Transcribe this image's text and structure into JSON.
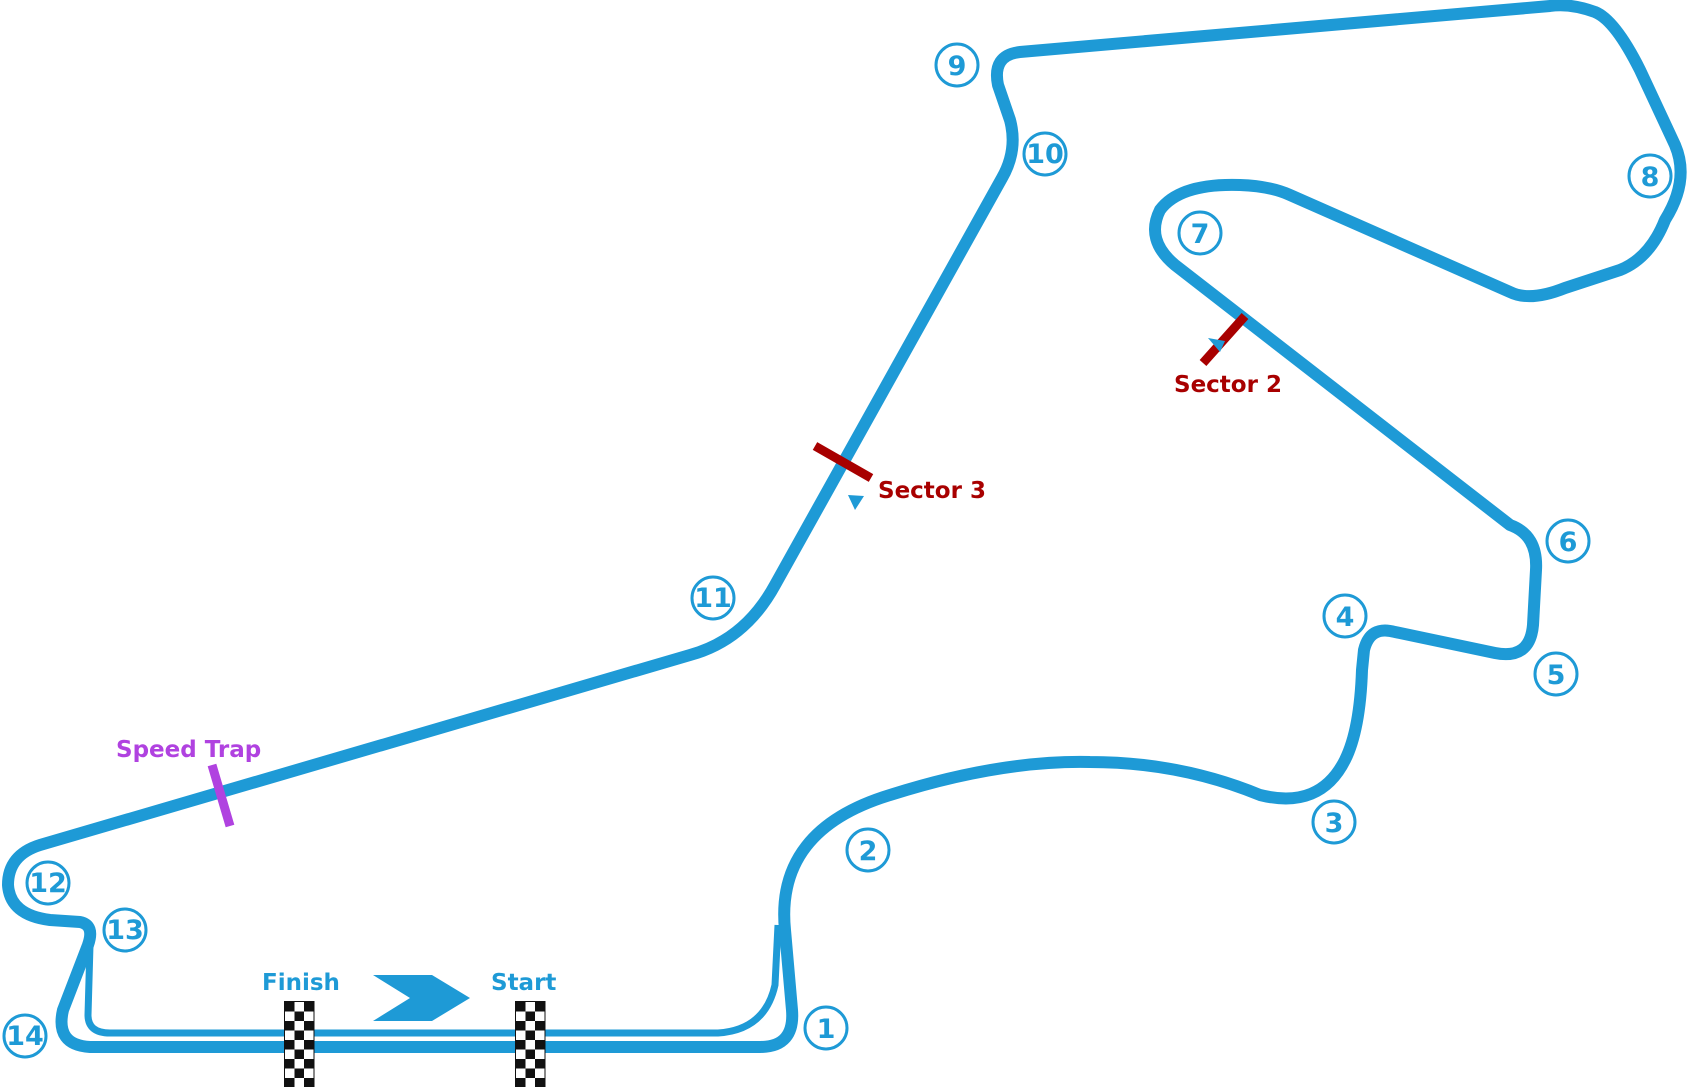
{
  "colors": {
    "track": "#1e9ad6",
    "sector": "#a80000",
    "speed_trap": "#b042e0",
    "flag_dark": "#111111",
    "flag_light": "#ffffff"
  },
  "labels": {
    "sector2": "Sector 2",
    "sector3": "Sector 3",
    "speed_trap": "Speed Trap",
    "finish": "Finish",
    "start": "Start"
  },
  "turns": [
    "1",
    "2",
    "3",
    "4",
    "5",
    "6",
    "7",
    "8",
    "9",
    "10",
    "11",
    "12",
    "13",
    "14"
  ]
}
